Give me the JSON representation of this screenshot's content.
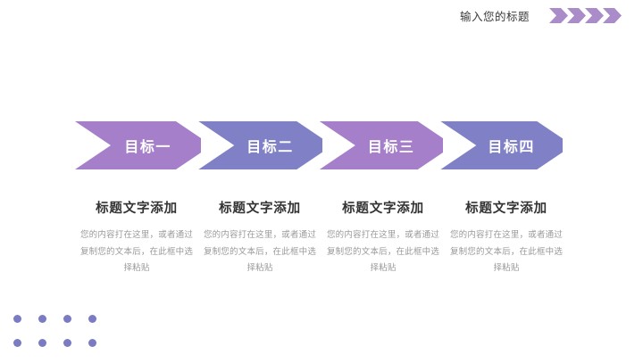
{
  "header": {
    "title": "输入您的标题",
    "chevron_count": 4,
    "chevron_color": "#a98cc8"
  },
  "banner": {
    "steps": [
      {
        "label": "目标一",
        "color": "#a57fc9"
      },
      {
        "label": "目标二",
        "color": "#8080c6"
      },
      {
        "label": "目标三",
        "color": "#a57fc9"
      },
      {
        "label": "目标四",
        "color": "#8080c6"
      }
    ]
  },
  "columns": [
    {
      "title": "标题文字添加",
      "body": "您的内容打在这里，或者通过复制您的文本后，在此框中选择粘贴"
    },
    {
      "title": "标题文字添加",
      "body": "您的内容打在这里，或者通过复制您的文本后，在此框中选择粘贴"
    },
    {
      "title": "标题文字添加",
      "body": "您的内容打在这里，或者通过复制您的文本后，在此框中选择粘贴"
    },
    {
      "title": "标题文字添加",
      "body": "您的内容打在这里，或者通过复制您的文本后，在此框中选择粘贴"
    }
  ],
  "decoration": {
    "dot_grid": {
      "rows": 2,
      "columns": 4,
      "color": "#7b7bc4"
    }
  }
}
